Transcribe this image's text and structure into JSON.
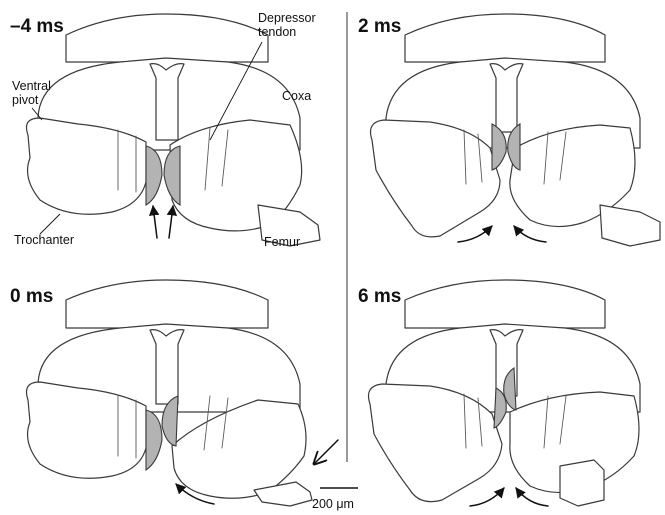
{
  "panels": [
    {
      "id": "a",
      "label": "–4 ms"
    },
    {
      "id": "b",
      "label": "2 ms"
    },
    {
      "id": "c",
      "label": "0 ms"
    },
    {
      "id": "d",
      "label": "6 ms"
    }
  ],
  "annotations": {
    "ventral_pivot_line1": "Ventral",
    "ventral_pivot_line2": "pivot",
    "depressor_tendon_line1": "Depressor",
    "depressor_tendon_line2": "tendon",
    "coxa": "Coxa",
    "trochanter": "Trochanter",
    "femur": "Femur"
  },
  "scale_bar": {
    "label": "200 μm"
  },
  "colors": {
    "pad_fill": "#b3b3b3",
    "outline": "#3a3a3a",
    "text": "#111111"
  }
}
